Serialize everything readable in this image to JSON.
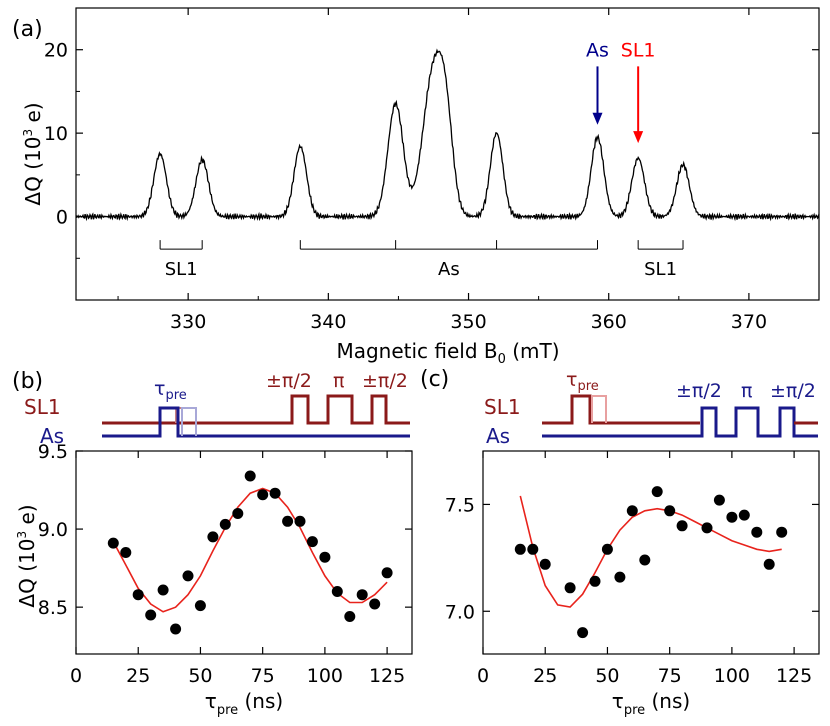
{
  "panels": {
    "a": {
      "label": "(a)"
    },
    "b": {
      "label": "(b)"
    },
    "c": {
      "label": "(c)"
    }
  },
  "pulse_b": {
    "row1": "SL1",
    "row2": "As",
    "tau": "τ",
    "tau_sub": "pre",
    "p1": "±π/2",
    "p2": "π",
    "p3": "±π/2"
  },
  "pulse_c": {
    "row1": "SL1",
    "row2": "As",
    "tau": "τ",
    "tau_sub": "pre",
    "p1": "±π/2",
    "p2": "π",
    "p3": "±π/2"
  },
  "colors": {
    "sl1": "#8b1a1a",
    "as": "#1a1a8b",
    "fit": "#e8231c",
    "arrow_as": "#00008b",
    "arrow_sl1": "#ff0000"
  },
  "chart_data": [
    {
      "type": "line",
      "panel": "(a)",
      "xlabel": "Magnetic field B",
      "xlabel_sub": "0",
      "xlabel_unit": " (mT)",
      "ylabel": "ΔQ (10",
      "ylabel_sup": "3",
      "ylabel_unit": " e)",
      "xlim": [
        322,
        375
      ],
      "ylim": [
        -10,
        25
      ],
      "xticks": [
        330,
        340,
        350,
        360,
        370
      ],
      "yticks": [
        0,
        10,
        20
      ],
      "peaks": [
        {
          "x": 328.0,
          "y": 7.5,
          "w": 0.45
        },
        {
          "x": 331.0,
          "y": 6.8,
          "w": 0.45
        },
        {
          "x": 338.0,
          "y": 8.4,
          "w": 0.45
        },
        {
          "x": 344.8,
          "y": 13.5,
          "w": 0.55
        },
        {
          "x": 347.5,
          "y": 17.2,
          "w": 0.75
        },
        {
          "x": 348.4,
          "y": 8.0,
          "w": 0.5
        },
        {
          "x": 352.0,
          "y": 10.0,
          "w": 0.45
        },
        {
          "x": 359.2,
          "y": 9.5,
          "w": 0.45
        },
        {
          "x": 362.1,
          "y": 7.0,
          "w": 0.45
        },
        {
          "x": 365.3,
          "y": 6.2,
          "w": 0.45
        }
      ],
      "annotations": {
        "arrow_as": {
          "text": "As",
          "x": 359.2,
          "y_top": 18,
          "y_tip": 11
        },
        "arrow_sl1": {
          "text": "SL1",
          "x": 362.1,
          "y_top": 18,
          "y_tip": 8.8
        },
        "brackets": [
          {
            "label": "SL1",
            "x": [
              328.0,
              331.0
            ],
            "ticks": [
              328.0,
              331.0
            ]
          },
          {
            "label": "As",
            "x": [
              338.0,
              359.2
            ],
            "ticks": [
              338.0,
              344.8,
              352.0,
              359.2
            ]
          },
          {
            "label": "SL1",
            "x": [
              362.1,
              365.3
            ],
            "ticks": [
              362.1,
              365.3
            ]
          }
        ]
      }
    },
    {
      "type": "scatter",
      "panel": "(b)",
      "xlabel": "τ",
      "xlabel_sub": "pre",
      "xlabel_unit": " (ns)",
      "ylabel": "ΔQ (10",
      "ylabel_sup": "3",
      "ylabel_unit": " e)",
      "xlim": [
        0,
        135
      ],
      "ylim": [
        8.2,
        9.5
      ],
      "xticks": [
        0,
        25,
        50,
        75,
        100,
        125
      ],
      "yticks": [
        8.5,
        9.0,
        9.5
      ],
      "x": [
        15,
        20,
        25,
        30,
        35,
        40,
        45,
        50,
        55,
        60,
        65,
        70,
        75,
        80,
        85,
        90,
        95,
        100,
        105,
        110,
        115,
        120,
        125
      ],
      "y": [
        8.91,
        8.85,
        8.58,
        8.45,
        8.61,
        8.36,
        8.7,
        8.51,
        8.95,
        9.03,
        9.1,
        9.34,
        9.22,
        9.23,
        9.05,
        9.05,
        8.92,
        8.82,
        8.6,
        8.44,
        8.58,
        8.52,
        8.72
      ],
      "fit": {
        "x": [
          15,
          20,
          25,
          30,
          35,
          40,
          45,
          50,
          55,
          60,
          65,
          70,
          75,
          80,
          85,
          90,
          95,
          100,
          105,
          110,
          115,
          120,
          125
        ],
        "y": [
          8.92,
          8.77,
          8.62,
          8.52,
          8.47,
          8.5,
          8.58,
          8.7,
          8.86,
          9.01,
          9.14,
          9.23,
          9.26,
          9.23,
          9.14,
          9.01,
          8.85,
          8.7,
          8.59,
          8.53,
          8.53,
          8.58,
          8.66
        ]
      }
    },
    {
      "type": "scatter",
      "panel": "(c)",
      "xlabel": "τ",
      "xlabel_sub": "pre",
      "xlabel_unit": " (ns)",
      "ylabel": "",
      "xlim": [
        0,
        135
      ],
      "ylim": [
        6.8,
        7.75
      ],
      "xticks": [
        0,
        25,
        50,
        75,
        100,
        125
      ],
      "yticks": [
        7.0,
        7.5
      ],
      "x": [
        15,
        20,
        25,
        35,
        40,
        45,
        50,
        55,
        60,
        65,
        70,
        75,
        80,
        90,
        95,
        100,
        105,
        110,
        115,
        120
      ],
      "y": [
        7.29,
        7.29,
        7.22,
        7.11,
        6.9,
        7.14,
        7.29,
        7.16,
        7.47,
        7.24,
        7.56,
        7.47,
        7.4,
        7.39,
        7.52,
        7.44,
        7.45,
        7.37,
        7.22,
        7.37
      ],
      "fit": {
        "x": [
          15,
          20,
          25,
          30,
          35,
          40,
          45,
          50,
          55,
          60,
          65,
          70,
          75,
          80,
          85,
          90,
          95,
          100,
          105,
          110,
          115,
          120
        ],
        "y": [
          7.54,
          7.3,
          7.12,
          7.03,
          7.02,
          7.08,
          7.18,
          7.29,
          7.38,
          7.44,
          7.47,
          7.48,
          7.47,
          7.45,
          7.42,
          7.39,
          7.36,
          7.33,
          7.31,
          7.29,
          7.28,
          7.29
        ]
      }
    }
  ]
}
